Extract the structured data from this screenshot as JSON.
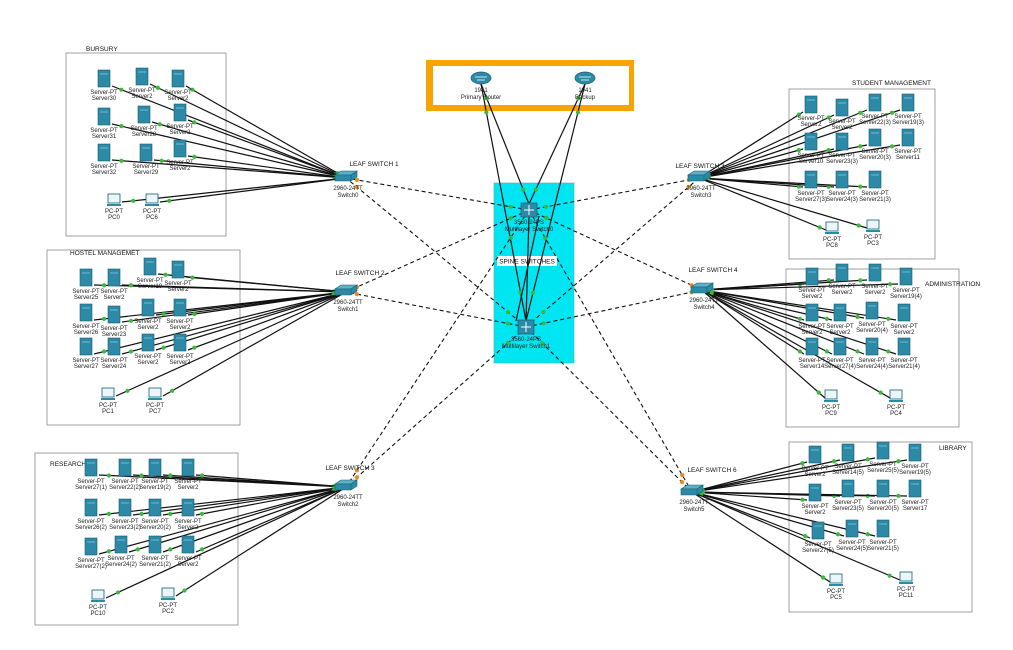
{
  "colors": {
    "router_band": "#f7a300",
    "spine_fill": "#00e5f2",
    "device": "#2c8aa6",
    "link_ok": "#3cb83c",
    "link_amber": "#f08a1e"
  },
  "routers": {
    "primary": {
      "line1": "1941",
      "line2": "Primary Router"
    },
    "backup": {
      "line1": "1941",
      "line2": "Backup"
    }
  },
  "spine": {
    "title": "SPINE SWITCHES",
    "sw0": {
      "line1": "3560-24PS",
      "line2": "Multilayer Switch0"
    },
    "sw1": {
      "line1": "3560-24PS",
      "line2": "Multilayer Switch1"
    }
  },
  "leaves": [
    {
      "title": "LEAF SWITCH 1",
      "model": "2960-24TT",
      "name": "Switch0"
    },
    {
      "title": "LEAF SWITCH 2",
      "model": "2960-24TT",
      "name": "Switch1"
    },
    {
      "title": "LEAF SWITCH 3",
      "model": "2960-24TT",
      "name": "Switch2"
    },
    {
      "title": "LEAF SWITCH 3",
      "model": "2960-24TT",
      "name": "Switch3"
    },
    {
      "title": "LEAF SWITCH 4",
      "model": "2960-24TT",
      "name": "Switch4"
    },
    {
      "title": "LEAF SWITCH 6",
      "model": "2960-24TT",
      "name": "Switch5"
    }
  ],
  "departments": [
    {
      "title": "BURSURY",
      "servers": [
        "Server30",
        "Server2",
        "Server2",
        "Server31",
        "Server28",
        "Server2",
        "Server32",
        "Server29",
        "Server2"
      ],
      "pcs": [
        "PC0",
        "PC6"
      ]
    },
    {
      "title": "HOSTEL MANAGEMET",
      "servers": [
        "Server25",
        "Server2",
        "Server19",
        "Server2",
        "Server26",
        "Server23",
        "Server2",
        "Server2",
        "Server27",
        "Server24",
        "Server2",
        "Server2"
      ],
      "pcs": [
        "PC1",
        "PC7"
      ]
    },
    {
      "title": "RESEARCH",
      "servers": [
        "Server27(1)",
        "Server22(2)",
        "Server19(2)",
        "Server2",
        "Server26(2)",
        "Server23(2)",
        "Server20(2)",
        "Server2",
        "Server27(2)",
        "Server24(2)",
        "Server21(2)",
        "Server2"
      ],
      "pcs": [
        "PC10",
        "PC2"
      ]
    },
    {
      "title": "STUDENT MANAGEMENT",
      "servers": [
        "Server2",
        "Server2",
        "Server22(3)",
        "Server19(3)",
        "Server10",
        "Server23(3)",
        "Server20(3)",
        "Server11",
        "Server27(3)",
        "Server24(3)",
        "Server21(3)"
      ],
      "pcs": [
        "PC8",
        "PC3"
      ]
    },
    {
      "title": "ADMINISTRATION",
      "servers": [
        "Server2",
        "Server2",
        "Server2",
        "Server19(4)",
        "Server2",
        "Server2",
        "Server20(4)",
        "Server2",
        "Server14",
        "Server27(4)",
        "Server24(4)",
        "Server21(4)"
      ],
      "pcs": [
        "PC9",
        "PC4"
      ]
    },
    {
      "title": "LIBRARY",
      "servers": [
        "Server2",
        "Server14(5)",
        "Server25(5)",
        "Server19(5)",
        "Server2",
        "Server23(5)",
        "Server20(5)",
        "Server17",
        "Server27(5)",
        "Server24(5)",
        "Server21(5)"
      ],
      "pcs": [
        "PC5",
        "PC11"
      ]
    }
  ],
  "server_type": "Server-PT",
  "pc_type": "PC-PT"
}
